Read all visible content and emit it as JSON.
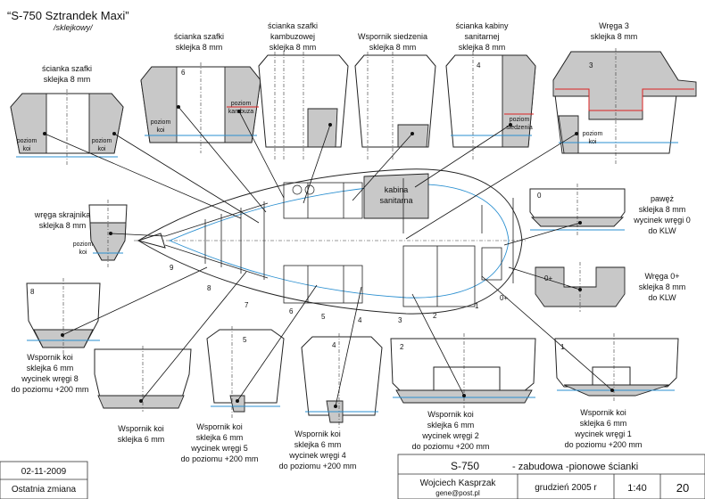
{
  "title": "“S-750 Sztrandek Maxi”",
  "subtitle": "/sklejkowy/",
  "plan": {
    "cabin_label": [
      "kabina",
      "sanitarna"
    ],
    "frame_numbers": [
      "9",
      "8",
      "7",
      "6",
      "5",
      "4",
      "3",
      "2",
      "1",
      "0+"
    ]
  },
  "sections": [
    {
      "label": [
        "ścianka szafki",
        "sklejka 8 mm"
      ],
      "notes": [
        "poziom",
        "koi"
      ]
    },
    {
      "label": [
        "ścianka szafki",
        "sklejka 8 mm"
      ],
      "marker": "6",
      "notes": [
        "poziom",
        "koi",
        "poziom",
        "kambuza"
      ]
    },
    {
      "label": [
        "ścianka szafki",
        "kambuzowej",
        "sklejka 8 mm"
      ]
    },
    {
      "label": [
        "Wspornik siedzenia",
        "sklejka 8 mm"
      ]
    },
    {
      "label": [
        "ścianka kabiny",
        "sanitarnej",
        "sklejka 8 mm"
      ],
      "marker": "4",
      "notes": [
        "poziom",
        "siedzenia"
      ]
    },
    {
      "label": [
        "Wręga 3",
        "sklejka 8 mm"
      ],
      "marker": "3",
      "notes": [
        "poziom",
        "koi"
      ]
    },
    {
      "label": [
        "wręga skrajnika",
        "sklejka 8 mm"
      ],
      "notes": [
        "poziom",
        "koi"
      ]
    },
    {
      "label": [
        "pawęż",
        "sklejka 8 mm",
        "wycinek wręgi 0",
        "do KLW"
      ],
      "marker": "0"
    },
    {
      "label": [
        "Wręga 0+",
        "sklejka 8 mm",
        "do KLW"
      ],
      "marker": "0+"
    },
    {
      "label": [
        "Wspornik koi",
        "sklejka 6 mm",
        "wycinek wręgi 8",
        "do poziomu +200 mm"
      ],
      "marker": "8"
    },
    {
      "label": [
        "Wspornik koi",
        "sklejka 6 mm"
      ]
    },
    {
      "label": [
        "Wspornik koi",
        "sklejka 6 mm",
        "wycinek wręgi 5",
        "do poziomu +200 mm"
      ],
      "marker": "5"
    },
    {
      "label": [
        "Wspornik koi",
        "sklejka 6 mm",
        "wycinek wręgi 4",
        "do poziomu +200 mm"
      ],
      "marker": "4"
    },
    {
      "label": [
        "Wspornik koi",
        "sklejka 6 mm",
        "wycinek wręgi 2",
        "do poziomu +200 mm"
      ],
      "marker": "2"
    },
    {
      "label": [
        "Wspornik koi",
        "sklejka 6 mm",
        "wycinek wręgi 1",
        "do poziomu +200 mm"
      ],
      "marker": "1"
    }
  ],
  "title_block": {
    "revision_date": "02-11-2009",
    "revision_label": "Ostatnia zmiana",
    "model": "S-750",
    "description": "- zabudowa -pionowe ścianki",
    "author": "Wojciech Kasprzak",
    "email": "gene@post.pl",
    "date": "grudzień 2005 r",
    "scale": "1:40",
    "sheet": "20"
  },
  "colors": {
    "part_fill": "#c8c8c8",
    "waterline": "#2a8fd0",
    "level_line": "#dd2222"
  }
}
